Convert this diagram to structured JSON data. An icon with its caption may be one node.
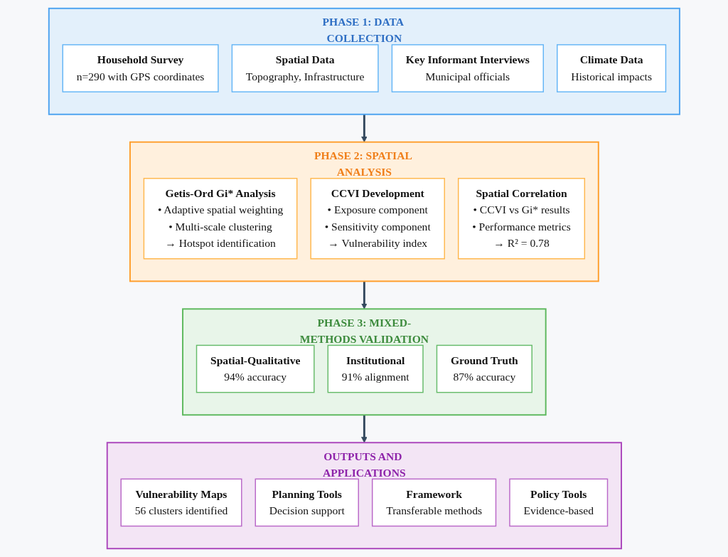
{
  "diagram": {
    "nodes": [
      {
        "text": [
          "PHASE 1: DATA COLLECTION"
        ]
      },
      {
        "text": [
          "Household Survey",
          "n=290 with GPS coordinates"
        ],
        "in": 0
      },
      {
        "text": [
          "Spatial Data",
          "Topography, Infrastructure"
        ],
        "in": 0
      },
      {
        "text": [
          "Key Informant Interviews",
          "Municipal officials"
        ],
        "in": 0
      },
      {
        "text": [
          "Climate Data",
          "Historical impacts"
        ],
        "in": 0
      },
      {
        "text": [
          "PHASE 2: SPATIAL ANALYSIS"
        ]
      },
      {
        "text": [
          "Getis-Ord Gi* Analysis",
          "• Adaptive spatial weighting",
          "• Multi-scale clustering",
          "→ Hotspot identification"
        ],
        "in": 5
      },
      {
        "text": [
          "CCVI Development",
          "• Exposure component",
          "• Sensitivity component",
          "→ Vulnerability index"
        ],
        "in": 5
      },
      {
        "text": [
          "Spatial Correlation",
          "• CCVI vs Gi* results",
          "• Performance metrics",
          "→ R² = 0.78"
        ],
        "in": 5
      },
      {
        "text": [
          "PHASE 3: MIXED-METHODS VALIDATION"
        ]
      },
      {
        "text": [
          "Spatial-Qualitative",
          "94% accuracy"
        ],
        "in": 9
      },
      {
        "text": [
          "Institutional",
          "91% alignment"
        ],
        "in": 9
      },
      {
        "text": [
          "Ground Truth",
          "87% accuracy"
        ],
        "in": 9
      },
      {
        "text": [
          "OUTPUTS AND APPLICATIONS"
        ]
      },
      {
        "text": [
          "Vulnerability Maps",
          "56 clusters identified"
        ],
        "in": 13
      },
      {
        "text": [
          "Planning Tools",
          "Decision support"
        ],
        "in": 13
      },
      {
        "text": [
          "Framework",
          "Transferable methods"
        ],
        "in": 13
      },
      {
        "text": [
          "Policy Tools",
          "Evidence-based"
        ],
        "in": 13
      }
    ],
    "edges": [
      {
        "from": 0,
        "to": 5,
        "arrow": "to"
      },
      {
        "from": 5,
        "to": 9,
        "arrow": "to"
      },
      {
        "from": 9,
        "to": 13,
        "arrow": "to"
      }
    ]
  }
}
